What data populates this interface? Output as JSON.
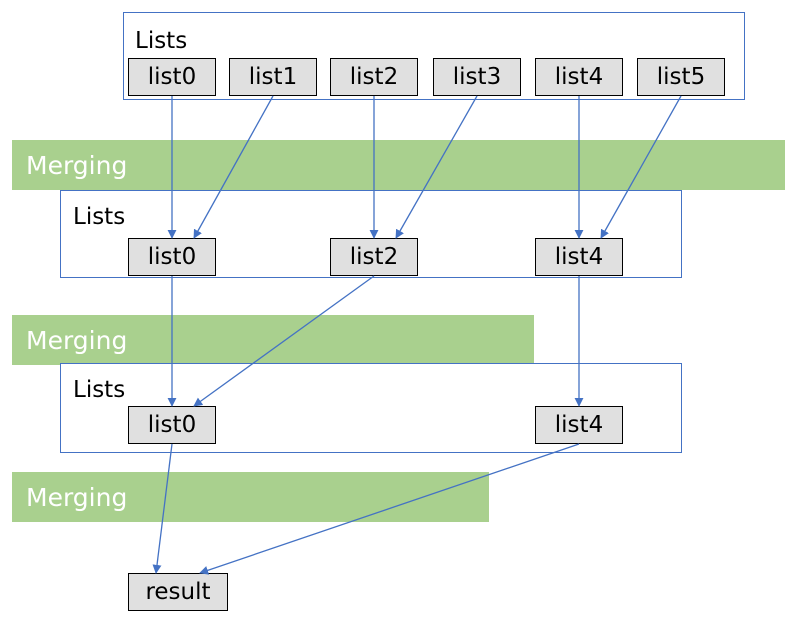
{
  "colors": {
    "container_border": "#4472c4",
    "edge": "#4472c4",
    "band": "#a9d08e",
    "node_fill": "#e0e0e0"
  },
  "level0": {
    "label": "Lists",
    "items": [
      "list0",
      "list1",
      "list2",
      "list3",
      "list4",
      "list5"
    ]
  },
  "merge1": {
    "label": "Merging"
  },
  "level1": {
    "label": "Lists",
    "items": [
      "list0",
      "list2",
      "list4"
    ]
  },
  "merge2": {
    "label": "Merging"
  },
  "level2": {
    "label": "Lists",
    "items": [
      "list0",
      "list4"
    ]
  },
  "merge3": {
    "label": "Merging"
  },
  "result": {
    "label": "result"
  },
  "edges": [
    [
      "level0-list0",
      "level1-list0"
    ],
    [
      "level0-list1",
      "level1-list0"
    ],
    [
      "level0-list2",
      "level1-list2"
    ],
    [
      "level0-list3",
      "level1-list2"
    ],
    [
      "level0-list4",
      "level1-list4"
    ],
    [
      "level0-list5",
      "level1-list4"
    ],
    [
      "level1-list0",
      "level2-list0"
    ],
    [
      "level1-list2",
      "level2-list0"
    ],
    [
      "level1-list4",
      "level2-list4"
    ],
    [
      "level2-list0",
      "result"
    ],
    [
      "level2-list4",
      "result"
    ]
  ]
}
